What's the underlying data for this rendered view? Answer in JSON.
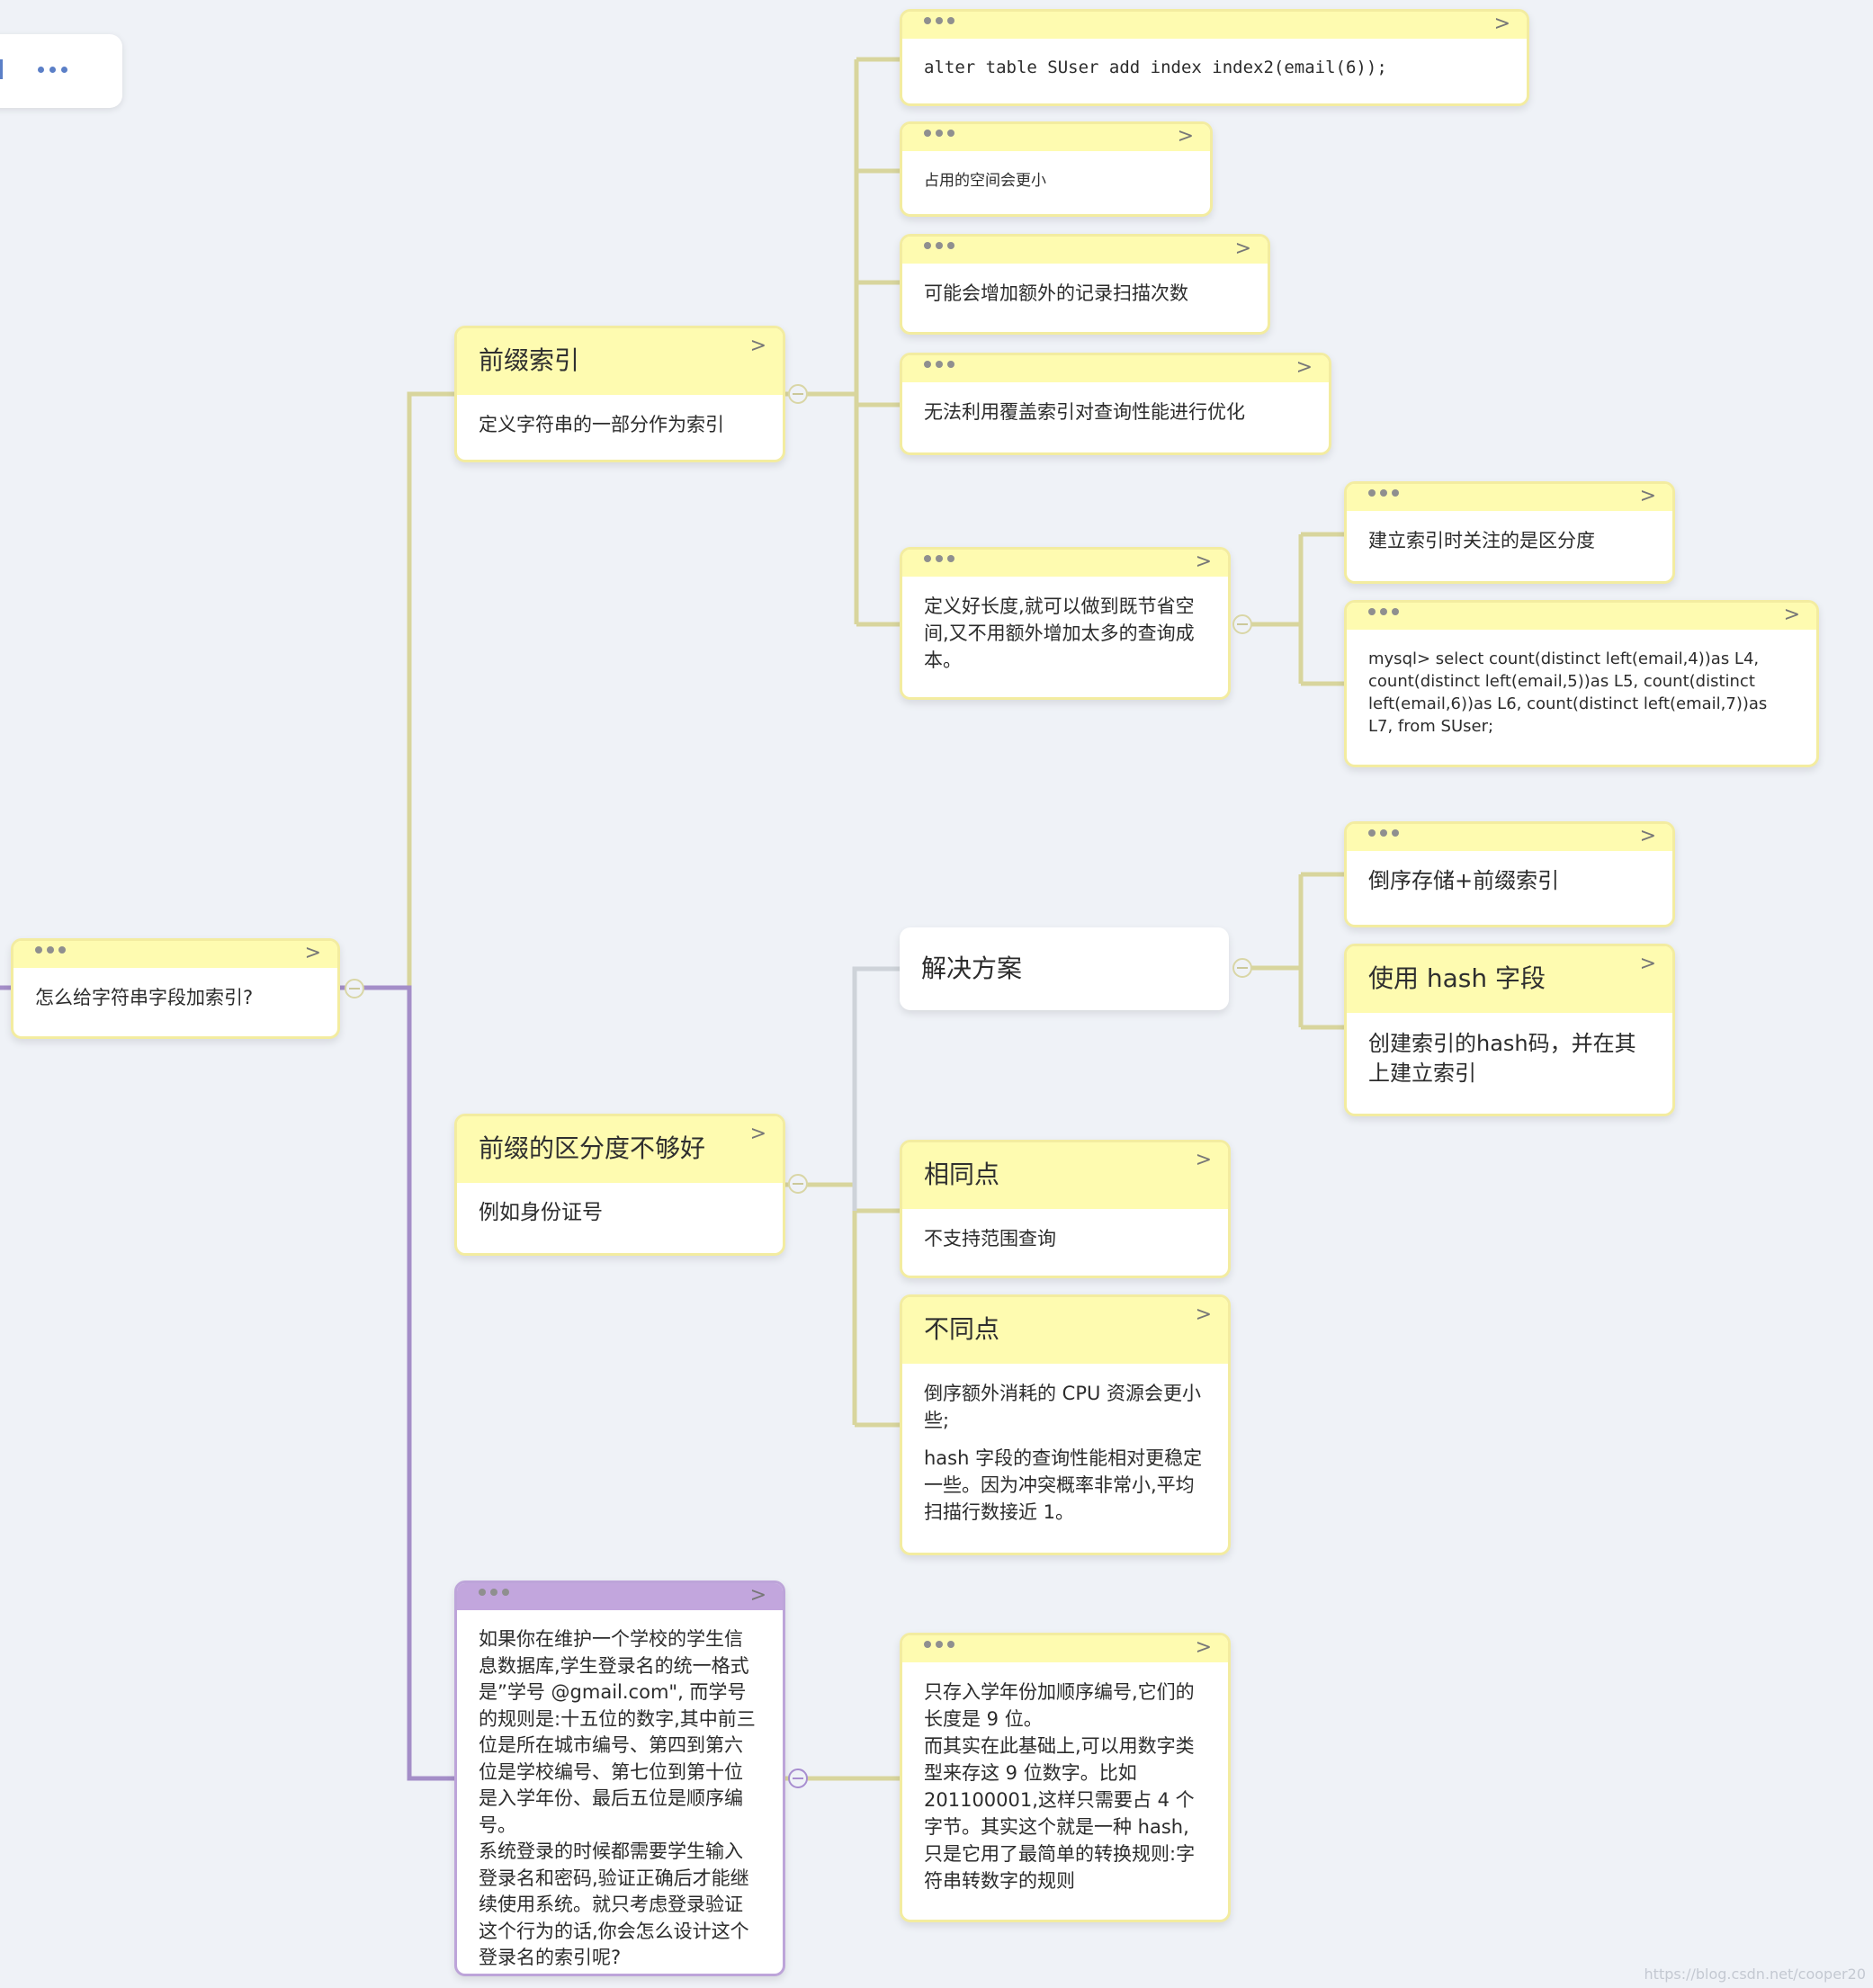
{
  "root": {
    "text": "怎么给字符串字段加索引?"
  },
  "prefix_index": {
    "title": "前缀索引",
    "desc": "定义字符串的一部分作为索引",
    "children": {
      "sql": "alter table SUser add index index2(email(6));",
      "space": "占用的空间会更小",
      "scan": "可能会增加额外的记录扫描次数",
      "covering": "无法利用覆盖索引对查询性能进行优化",
      "length": "定义好长度,就可以做到既节省空间,又不用额外增加太多的查询成本。",
      "length_children": {
        "distinct": "建立索引时关注的是区分度",
        "query": "mysql> select count(distinct left(email,4))as L4,  count(distinct left(email,5))as L5,  count(distinct left(email,6))as L6, count(distinct left(email,7))as L7, from SUser;"
      }
    }
  },
  "bad_prefix": {
    "title": "前缀的区分度不够好",
    "desc": "例如身份证号",
    "solution": {
      "label": "解决方案",
      "reverse": "倒序存储+前缀索引",
      "hash_title": "使用 hash 字段",
      "hash_desc": "创建索引的hash码，并在其上建立索引"
    },
    "same": {
      "title": "相同点",
      "desc": "不支持范围查询"
    },
    "diff": {
      "title": "不同点",
      "desc1": "倒序额外消耗的 CPU 资源会更小些;",
      "desc2": "hash 字段的查询性能相对更稳定一些。因为冲突概率非常小,平均扫描行数接近 1。"
    }
  },
  "question": {
    "text": "如果你在维护一个学校的学生信息数据库,学生登录名的统一格式是”学号 @gmail.com\", 而学号的规则是:十五位的数字,其中前三位是所在城市编号、第四到第六位是学校编号、第七位到第十位是入学年份、最后五位是顺序编号。\n系统登录的时候都需要学生输入登录名和密码,验证正确后才能继续使用系统。就只考虑登录验证这个行为的话,你会怎么设计这个登录名的索引呢?",
    "answer": "只存入学年份加顺序编号,它们的长度是 9 位。\n而其实在此基础上,可以用数字类型来存这 9 位数字。比如 201100001,这样只需要占 4 个字节。其实这个就是一种 hash,只是它用了最简单的转换规则:字符串转数字的规则"
  },
  "watermark": "https://blog.csdn.net/cooper20"
}
